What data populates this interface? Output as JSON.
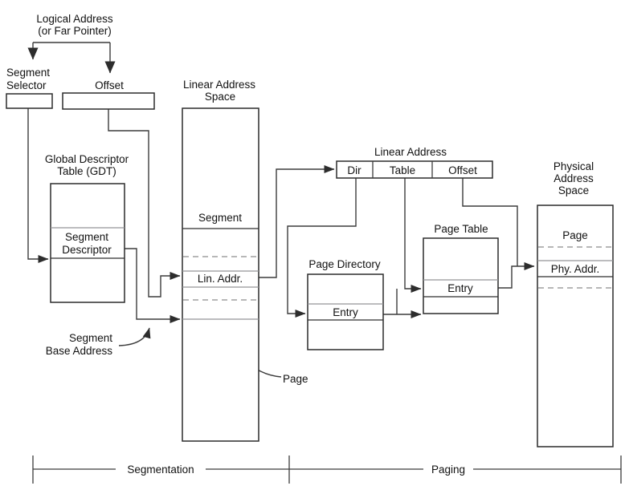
{
  "labels": {
    "logical_address_1": "Logical Address",
    "logical_address_2": "(or Far Pointer)",
    "segment_selector_1": "Segment",
    "segment_selector_2": "Selector",
    "offset_box": "Offset",
    "linear_address_space_1": "Linear Address",
    "linear_address_space_2": "Space",
    "gdt_1": "Global Descriptor",
    "gdt_2": "Table (GDT)",
    "segment_descriptor_1": "Segment",
    "segment_descriptor_2": "Descriptor",
    "segment_row": "Segment",
    "lin_addr_row": "Lin. Addr.",
    "segment_base_1": "Segment",
    "segment_base_2": "Base Address",
    "linear_address_title": "Linear Address",
    "dir_field": "Dir",
    "table_field": "Table",
    "offset_field": "Offset",
    "page_directory_title": "Page Directory",
    "pd_entry": "Entry",
    "page_table_title": "Page Table",
    "pt_entry": "Entry",
    "physical_address_space_1": "Physical",
    "physical_address_space_2": "Address",
    "physical_address_space_3": "Space",
    "page_row": "Page",
    "phy_addr_row": "Phy. Addr.",
    "page_pointer_label": "Page",
    "segmentation_bracket": "Segmentation",
    "paging_bracket": "Paging"
  },
  "colors": {
    "line": "#3c3c3c",
    "box_stroke": "#2b2b2b",
    "gray_line": "#939598",
    "dashed_line": "#8c8c8c",
    "text": "#111111",
    "background": "#ffffff"
  }
}
